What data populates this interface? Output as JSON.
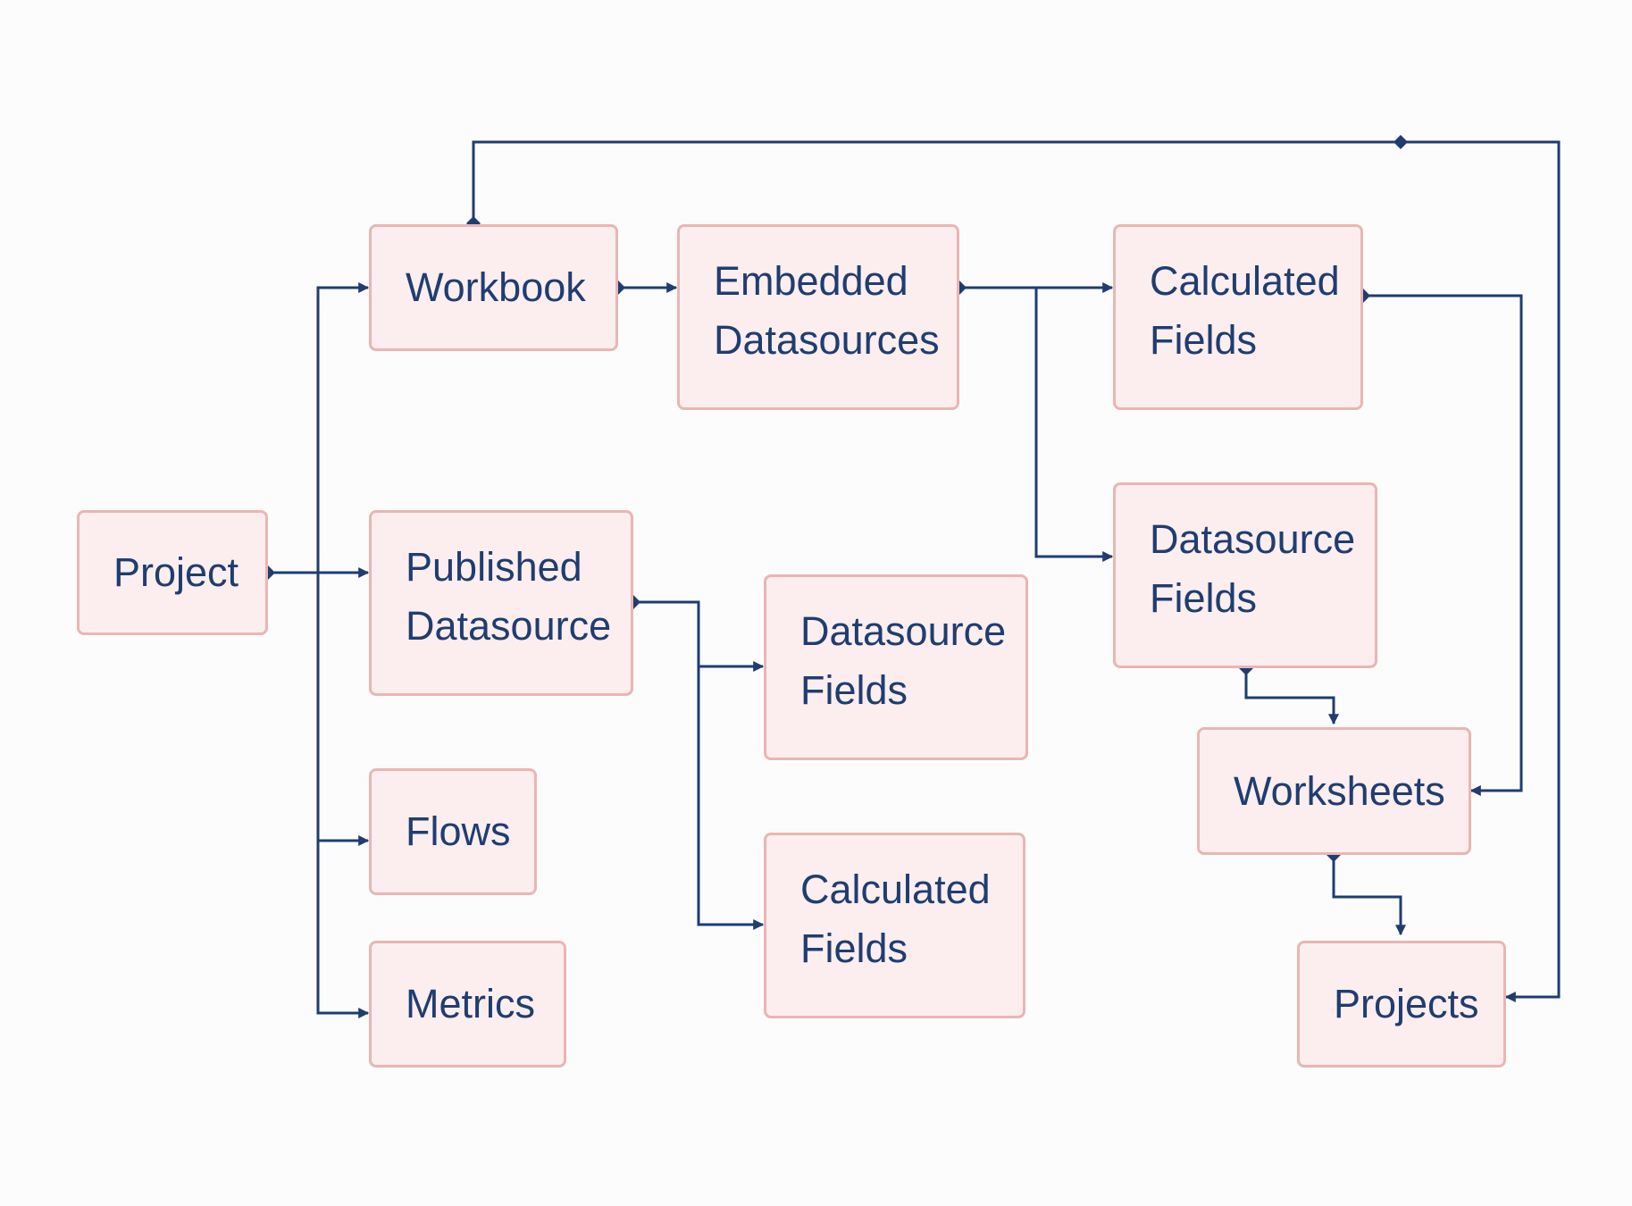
{
  "colors": {
    "background": "#fdfcfc",
    "node_fill": "#fcedee",
    "node_border": "#ebb5b5",
    "text": "#1f3d70",
    "connector": "#1f3d70"
  },
  "nodes": {
    "project": "Project",
    "workbook": "Workbook",
    "embedded_datasources": "Embedded\nDatasources",
    "calculated_fields_top": "Calculated\nFields",
    "datasource_fields_right": "Datasource\nFields",
    "published_datasource": "Published\nDatasource",
    "datasource_fields_mid": "Datasource\nFields",
    "calculated_fields_mid": "Calculated\nFields",
    "flows": "Flows",
    "metrics": "Metrics",
    "worksheets": "Worksheets",
    "projects": "Projects"
  },
  "edges": [
    {
      "from": "project",
      "to": "workbook"
    },
    {
      "from": "project",
      "to": "published_datasource"
    },
    {
      "from": "project",
      "to": "flows"
    },
    {
      "from": "project",
      "to": "metrics"
    },
    {
      "from": "workbook",
      "to": "embedded_datasources"
    },
    {
      "from": "workbook",
      "to": "projects"
    },
    {
      "from": "embedded_datasources",
      "to": "calculated_fields_top"
    },
    {
      "from": "embedded_datasources",
      "to": "datasource_fields_right"
    },
    {
      "from": "calculated_fields_top",
      "to": "worksheets"
    },
    {
      "from": "datasource_fields_right",
      "to": "worksheets"
    },
    {
      "from": "published_datasource",
      "to": "datasource_fields_mid"
    },
    {
      "from": "published_datasource",
      "to": "calculated_fields_mid"
    },
    {
      "from": "worksheets",
      "to": "projects"
    }
  ]
}
